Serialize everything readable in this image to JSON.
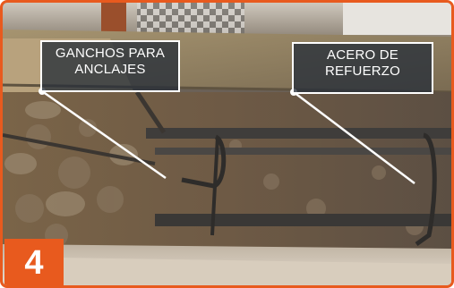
{
  "labels": {
    "hooks": {
      "line1": "GANCHOS PARA",
      "line2": "ANCLAJES"
    },
    "rebar": {
      "line1": "ACERO DE",
      "line2": "REFUERZO"
    }
  },
  "step_number": "4",
  "colors": {
    "frame": "#e85a1e",
    "badge": "#e85a1e",
    "label_bg": "#28303a"
  }
}
